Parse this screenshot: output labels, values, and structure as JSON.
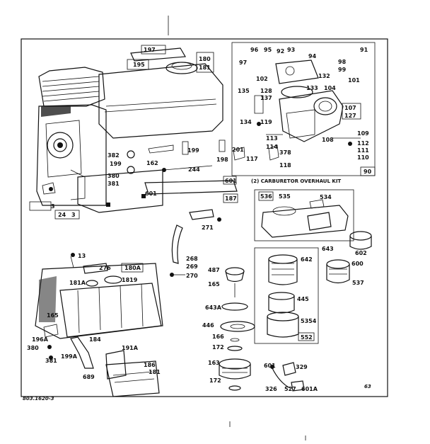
{
  "labels": {
    "p197": "197",
    "p195": "195",
    "p180": "180",
    "p181": "181",
    "p382": "382",
    "p199": "199",
    "p380": "380",
    "p381": "381",
    "p162": "162",
    "p198": "198",
    "p244": "244",
    "p601": "601",
    "p187": "187",
    "p3a": "3",
    "p3b": "3",
    "p24": "24",
    "p96": "96",
    "p95": "95",
    "p92": "92",
    "p93": "93",
    "p91": "91",
    "p97": "97",
    "p94": "94",
    "p98": "98",
    "p99": "99",
    "p102": "102",
    "p132": "132",
    "p101": "101",
    "p135": "135",
    "p128": "128",
    "p133": "133",
    "p104": "104",
    "p137": "137",
    "p107": "107",
    "p127": "127",
    "p134": "134",
    "p119": "119",
    "p113": "113",
    "p114": "114",
    "p109": "109",
    "p112": "112",
    "p111": "111",
    "p110": "110",
    "p108": "108",
    "p201": "201",
    "p378": "378",
    "p117": "117",
    "p118": "118",
    "p90": "90",
    "p536": "536",
    "p535": "535",
    "p534": "534",
    "p643": "643",
    "p602": "602",
    "p271": "271",
    "p268": "268",
    "p269": "269",
    "p270": "270",
    "p487": "487",
    "p165": "165",
    "p643a": "643A",
    "p642": "642",
    "p600": "600",
    "p537": "537",
    "p445": "445",
    "p446": "446",
    "p166": "166",
    "p172": "172",
    "p5354": "5354",
    "p552": "552",
    "p163": "163",
    "p172a": "172",
    "p13": "13",
    "p276": "276",
    "p180a": "180A",
    "p181a": "181A",
    "p1819": "1819",
    "p165b": "165",
    "p196a": "196A",
    "p380b": "380",
    "p381b": "381",
    "p184": "184",
    "p199a": "199A",
    "p191a": "191A",
    "p689": "689",
    "p186": "186",
    "p181b": "181",
    "p601b": "601",
    "p329": "329",
    "p326": "326",
    "p527": "527",
    "p601a": "601A"
  },
  "kit_caption": "(2) CARBURETOR OVERHAUL KIT",
  "footer_code": "803.1620-3",
  "page_number": "63"
}
